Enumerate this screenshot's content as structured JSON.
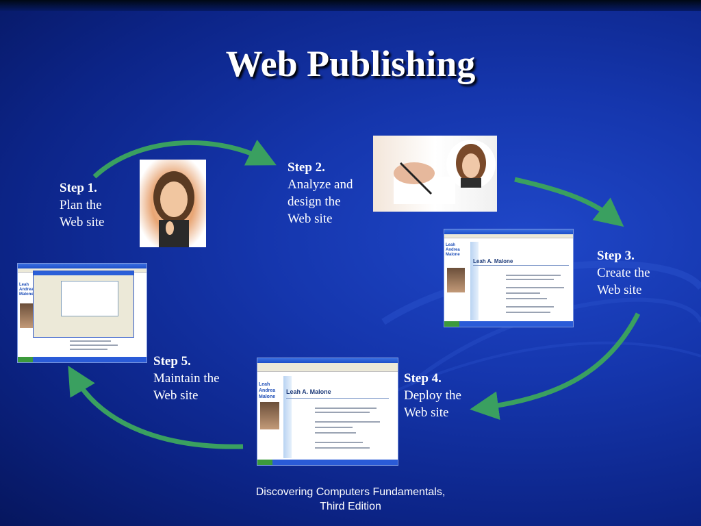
{
  "slide": {
    "title": "Web Publishing",
    "footer_line1": "Discovering Computers Fundamentals,",
    "footer_line2": "Third Edition"
  },
  "steps": [
    {
      "label": "Step 1.",
      "line1": "Plan the",
      "line2": "Web site"
    },
    {
      "label": "Step 2.",
      "line1": "Analyze and",
      "line2": "design the",
      "line3": "Web site"
    },
    {
      "label": "Step 3.",
      "line1": "Create the",
      "line2": "Web site"
    },
    {
      "label": "Step 4.",
      "line1": "Deploy the",
      "line2": "Web site"
    },
    {
      "label": "Step 5.",
      "line1": "Maintain the",
      "line2": "Web site"
    }
  ],
  "screenshot": {
    "name_line1": "Leah",
    "name_line2": "Andrea",
    "name_line3": "Malone",
    "heading": "Leah A. Malone"
  },
  "colors": {
    "background": "#1536ad",
    "arrow": "#3aa060",
    "title_text": "#ffffff"
  }
}
